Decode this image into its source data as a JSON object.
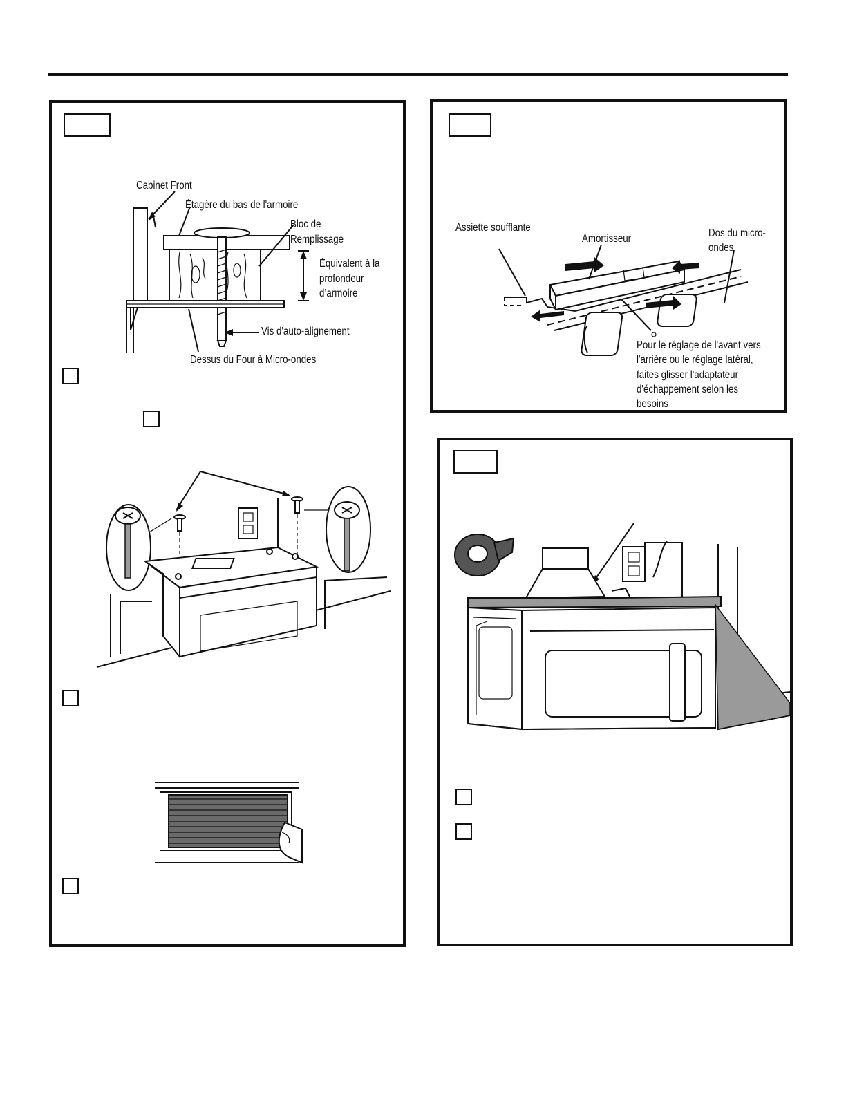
{
  "labels": {
    "cabinet_front": "Cabinet Front",
    "bottom_shelf": "Étagère du bas de l'armoire",
    "filler_block_1": "Bloc de",
    "filler_block_2": "Remplissage",
    "cabinet_depth_1": "Équivalent à la",
    "cabinet_depth_2": "profondeur",
    "cabinet_depth_3": "d’armoire",
    "self_align_screw": "Vis d'auto-alignement",
    "microwave_top": "Dessus du Four à Micro-ondes",
    "blower_plate": "Assiette soufflante",
    "damper": "Amortisseur",
    "microwave_back_1": "Dos du micro-",
    "microwave_back_2": "ondes",
    "adjust_note_1": "Pour le réglage de l'avant vers",
    "adjust_note_2": "l'arrière ou le réglage latéral,",
    "adjust_note_3": "faites glisser l'adaptateur",
    "adjust_note_4": "d'échappement selon les",
    "adjust_note_5": "besoins"
  }
}
